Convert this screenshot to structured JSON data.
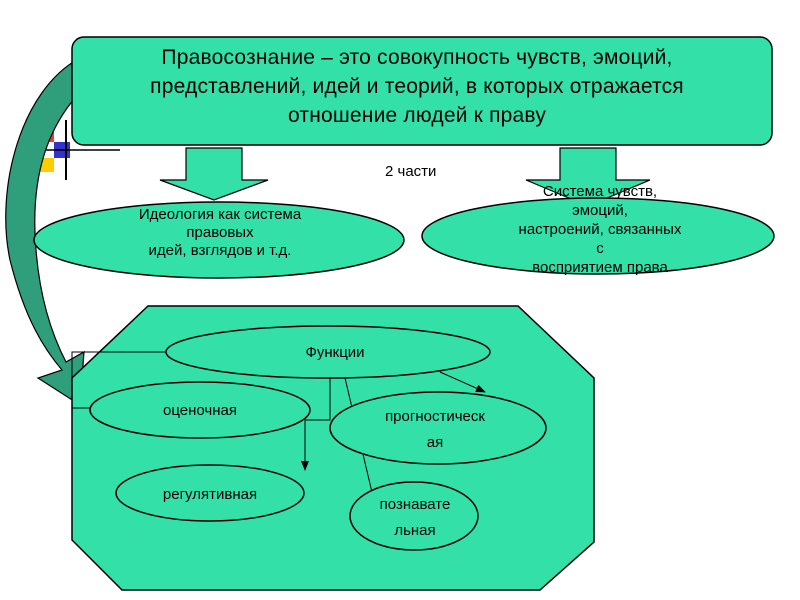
{
  "definition": {
    "line1": "Правосознание – это совокупность чувств, эмоций,",
    "line2": "представлений, идей и теорий, в которых отражается",
    "line3": "отношение  людей к праву"
  },
  "parts_label": "2  части",
  "part_left": {
    "line1": "Идеология как система",
    "line2": "правовых",
    "line3": "идей, взглядов и т.д."
  },
  "part_right": {
    "line1": "Система чувств,",
    "line2": "эмоций,",
    "line3": "настроений, связанных",
    "line4": "с",
    "line5": "восприятием права"
  },
  "functions": {
    "title": "Функции",
    "items": [
      {
        "line1": "оценочная",
        "line2": ""
      },
      {
        "line1": "прогностическ",
        "line2": "ая"
      },
      {
        "line1": "регулятивная",
        "line2": ""
      },
      {
        "line1": "познавате",
        "line2": "льная"
      }
    ]
  },
  "colors": {
    "fill": "#33E0A8",
    "stroke": "#000000",
    "arrow_fill": "#2E9F7A"
  }
}
